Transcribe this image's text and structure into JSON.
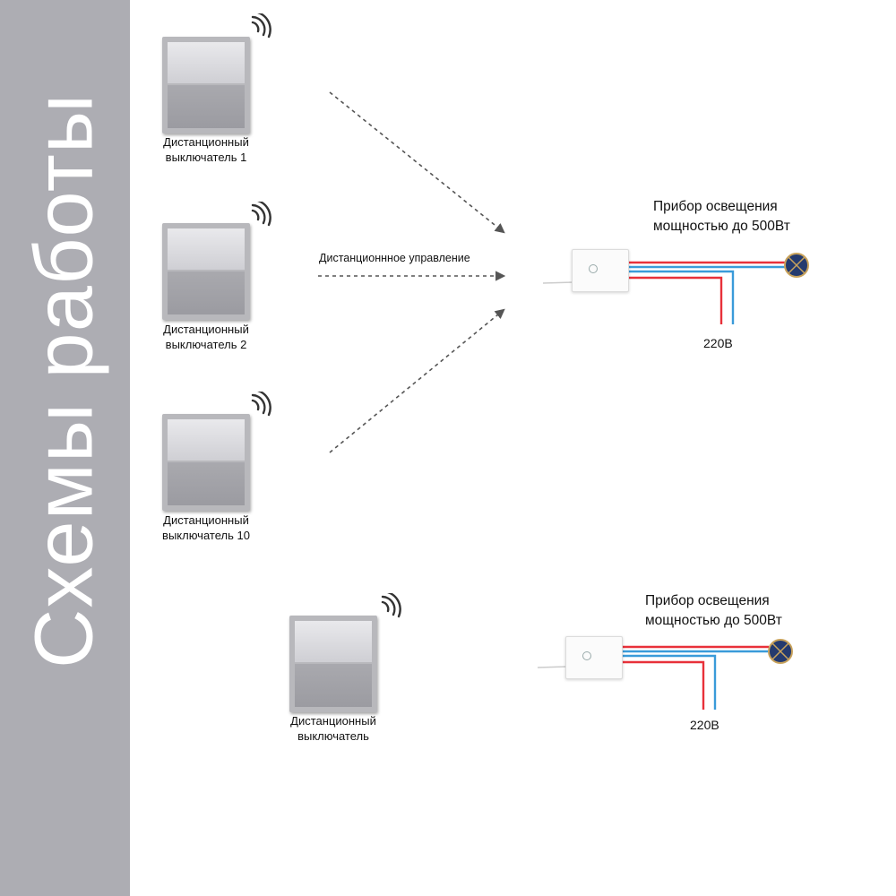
{
  "sidebar": {
    "title": "Схемы работы",
    "bg_color": "#adadb3"
  },
  "scheme1": {
    "switches": [
      {
        "label_line1": "Дистанционный",
        "label_line2": "выключатель 1"
      },
      {
        "label_line1": "Дистанционный",
        "label_line2": "выключатель 2"
      },
      {
        "label_line1": "Дистанционный",
        "label_line2": "выключатель 10"
      }
    ],
    "remote_control_label": "Дистанционнное управление",
    "lamp_title_line1": "Прибор освещения",
    "lamp_title_line2": "мощностью до 500Вт",
    "voltage": "220В"
  },
  "scheme2": {
    "switch": {
      "label_line1": "Дистанционный",
      "label_line2": "выключатель"
    },
    "lamp_title_line1": "Прибор освещения",
    "lamp_title_line2": "мощностью до 500Вт",
    "voltage": "220В"
  },
  "colors": {
    "wire_red": "#e8313a",
    "wire_blue": "#3a9bd9",
    "lamp_fill": "#243a6e",
    "lamp_ring": "#c9a35c",
    "arrow": "#555555"
  },
  "icons": {
    "wireless": "wifi-signal-icon",
    "lamp": "lamp-icon",
    "relay": "relay-module-icon"
  }
}
